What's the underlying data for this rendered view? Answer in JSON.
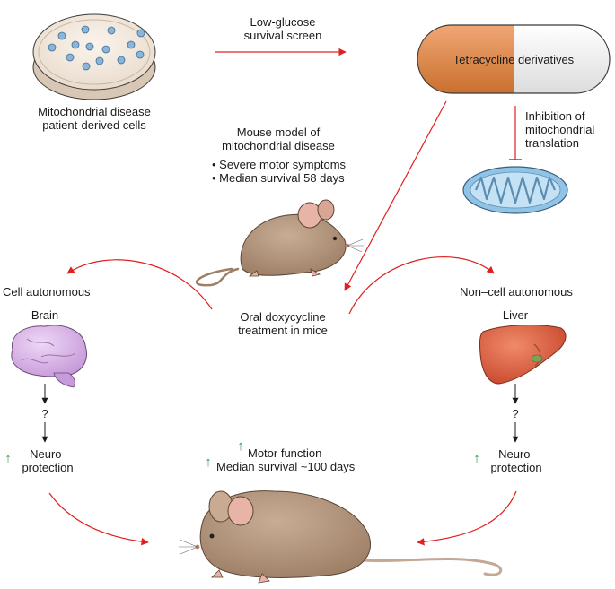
{
  "labels": {
    "cells_line1": "Mitochondrial disease",
    "cells_line2": "patient-derived cells",
    "screen_line1": "Low-glucose",
    "screen_line2": "survival screen",
    "pill": "Tetracycline derivatives",
    "inhibit_line1": "Inhibition of",
    "inhibit_line2": "mitochondrial",
    "inhibit_line3": "translation",
    "model_line1": "Mouse model of",
    "model_line2": "mitochondrial disease",
    "bullet1": "• Severe motor symptoms",
    "bullet2": "• Median survival 58 days",
    "treatment_line1": "Oral doxycycline",
    "treatment_line2": "treatment in mice",
    "left_branch": "Cell autonomous",
    "right_branch": "Non–cell autonomous",
    "brain": "Brain",
    "liver": "Liver",
    "question_left": "?",
    "question_right": "?",
    "neuro_left_1": "Neuro-",
    "neuro_left_2": "protection",
    "neuro_right_1": "Neuro-",
    "neuro_right_2": "protection",
    "outcome1": "Motor function",
    "outcome2": "Median survival ~100 days"
  },
  "icons": {
    "up_arrow": "↑",
    "dish": "petri-dish-icon",
    "pill": "capsule-icon",
    "mitochondrion": "mitochondrion-icon",
    "mouse": "mouse-icon",
    "brain": "brain-icon",
    "liver": "liver-icon"
  },
  "colors": {
    "arrow_red": "#e02020",
    "up_green": "#2e9a4a",
    "pill_orange": "#d9874a",
    "mouse_body": "#b89a80",
    "brain": "#d8b2e6",
    "liver": "#e06040",
    "mito": "#8fc4e6",
    "cell_dots": "#8ab4d8"
  }
}
